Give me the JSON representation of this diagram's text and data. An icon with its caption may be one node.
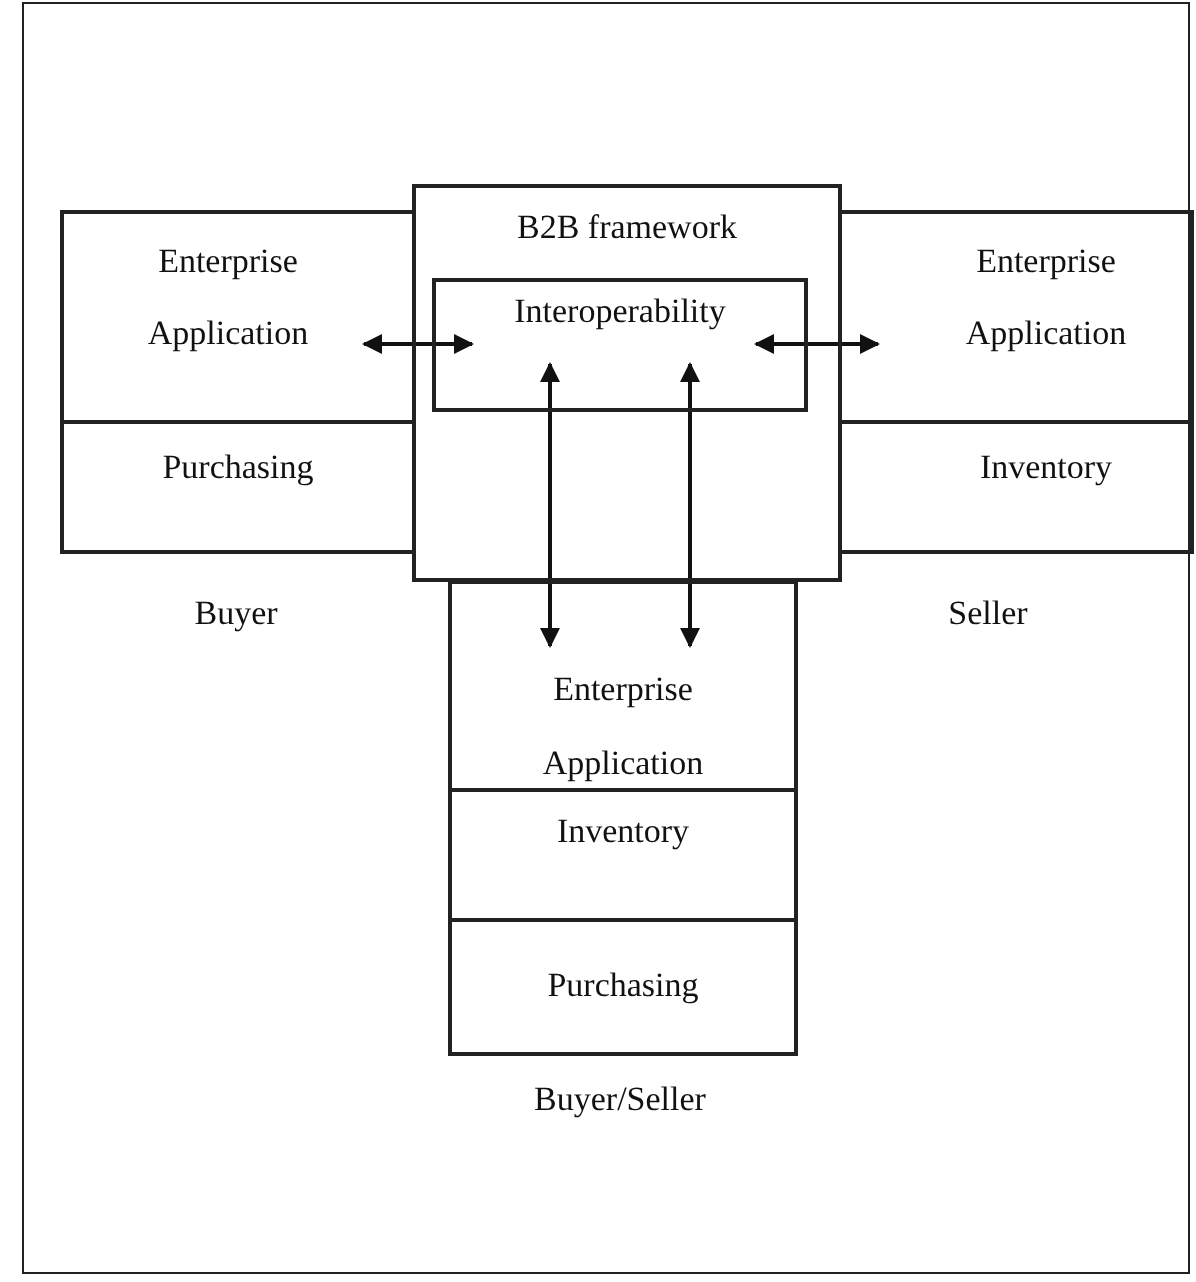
{
  "diagram": {
    "nodes": [
      {
        "text": [
          "B2B framework"
        ]
      },
      {
        "text": [
          "Interoperability"
        ],
        "in": 0
      },
      {
        "text": [
          "Enterprise Application"
        ]
      },
      {
        "text": [
          "Purchasing"
        ]
      },
      {
        "text": [
          "Enterprise Application"
        ]
      },
      {
        "text": [
          "Inventory"
        ]
      },
      {
        "text": [
          "Enterprise Application"
        ]
      },
      {
        "text": [
          "Inventory"
        ]
      },
      {
        "text": [
          "Purchasing"
        ]
      }
    ],
    "edges": [
      {
        "from": 2,
        "to": 1,
        "arrow": "both"
      },
      {
        "from": 1,
        "to": 4,
        "arrow": "both"
      },
      {
        "from": 1,
        "to": 6,
        "arrow": "both"
      },
      {
        "from": 1,
        "to": 6,
        "arrow": "both"
      }
    ],
    "labels": [
      "Buyer",
      "Seller",
      "Buyer/Seller"
    ]
  }
}
